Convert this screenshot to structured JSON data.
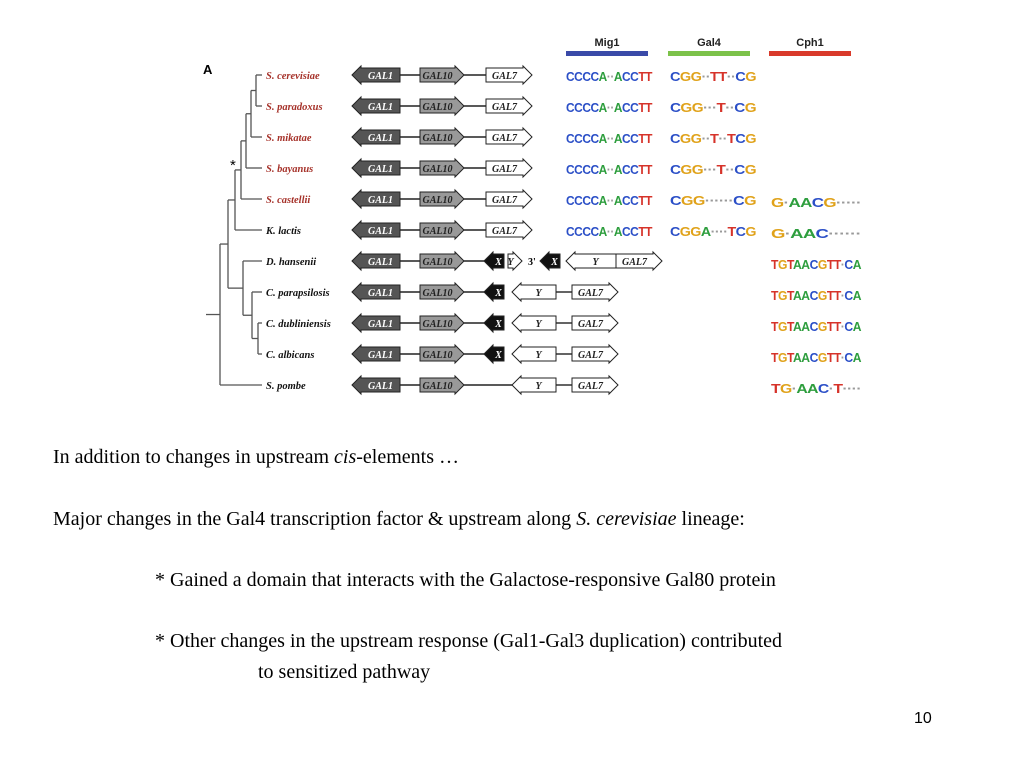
{
  "figure": {
    "panel_label": "A",
    "node_marker": "*",
    "motif_headers": [
      {
        "label": "Mig1",
        "color": "#3a4aa8"
      },
      {
        "label": "Gal4",
        "color": "#7cc24a"
      },
      {
        "label": "Cph1",
        "color": "#d93a2b"
      }
    ],
    "species": [
      {
        "name": "S. cerevisiae",
        "color": "#a6322a",
        "genes": [
          "GAL1",
          "GAL10",
          "GAL7"
        ],
        "layout": "standard",
        "mig1": true,
        "gal4": "CGG··TT··CG",
        "cph1": null
      },
      {
        "name": "S. paradoxus",
        "color": "#a6322a",
        "genes": [
          "GAL1",
          "GAL10",
          "GAL7"
        ],
        "layout": "standard",
        "mig1": true,
        "gal4": "CGG···T··CG",
        "cph1": null
      },
      {
        "name": "S. mikatae",
        "color": "#a6322a",
        "genes": [
          "GAL1",
          "GAL10",
          "GAL7"
        ],
        "layout": "standard",
        "mig1": true,
        "gal4": "CGG··T··TCG",
        "cph1": null
      },
      {
        "name": "S. bayanus",
        "color": "#a6322a",
        "genes": [
          "GAL1",
          "GAL10",
          "GAL7"
        ],
        "layout": "standard",
        "mig1": true,
        "gal4": "CGG···T··CG",
        "cph1": null
      },
      {
        "name": "S. castellii",
        "color": "#a6322a",
        "genes": [
          "GAL1",
          "GAL10",
          "GAL7"
        ],
        "layout": "standard",
        "mig1": true,
        "gal4": "CGG······CG",
        "cph1": "G·AACG·····"
      },
      {
        "name": "K. lactis",
        "color": "#111111",
        "genes": [
          "GAL1",
          "GAL10",
          "GAL7"
        ],
        "layout": "standard",
        "mig1": true,
        "gal4": "CGGA····TCG",
        "cph1": "G·AAC······"
      },
      {
        "name": "D. hansenii",
        "color": "#111111",
        "genes": [
          "GAL1",
          "GAL10",
          "X",
          "Y",
          "3'",
          "X",
          "Y",
          "GAL7"
        ],
        "layout": "hansenii",
        "mig1": false,
        "gal4": null,
        "cph1": "TGTAACGTT·CA"
      },
      {
        "name": "C. parapsilosis",
        "color": "#111111",
        "genes": [
          "GAL1",
          "GAL10",
          "X",
          "Y",
          "GAL7"
        ],
        "layout": "candida",
        "mig1": false,
        "gal4": null,
        "cph1": "TGTAACGTT·CA"
      },
      {
        "name": "C. dubliniensis",
        "color": "#111111",
        "genes": [
          "GAL1",
          "GAL10",
          "X",
          "Y",
          "GAL7"
        ],
        "layout": "candida",
        "mig1": false,
        "gal4": null,
        "cph1": "TGTAACGTT·CA"
      },
      {
        "name": "C. albicans",
        "color": "#111111",
        "genes": [
          "GAL1",
          "GAL10",
          "X",
          "Y",
          "GAL7"
        ],
        "layout": "candida",
        "mig1": false,
        "gal4": null,
        "cph1": "TGTAACGTT·CA"
      },
      {
        "name": "S. pombe",
        "color": "#111111",
        "genes": [
          "GAL1",
          "GAL10",
          "Y",
          "GAL7"
        ],
        "layout": "pombe",
        "mig1": false,
        "gal4": null,
        "cph1": "TG·AAC·T····"
      }
    ],
    "mig1_motif": "CCCCA··ACCTT",
    "base_colors": {
      "A": "#2e9e3e",
      "C": "#2b4fc7",
      "G": "#e0a21a",
      "T": "#d6332a"
    }
  },
  "text": {
    "line1_pre": "In addition to changes in upstream ",
    "line1_em": "cis",
    "line1_post": "-elements …",
    "line2_pre": "Major changes in the Gal4 transcription factor & upstream along ",
    "line2_em": "S. cerevisiae",
    "line2_post": " lineage:",
    "bullet1": "* Gained a domain that interacts with the Galactose-responsive Gal80 protein",
    "bullet2": "* Other changes in the upstream response (Gal1-Gal3 duplication) contributed",
    "bullet2_cont": "to sensitized pathway"
  },
  "page_number": "10"
}
